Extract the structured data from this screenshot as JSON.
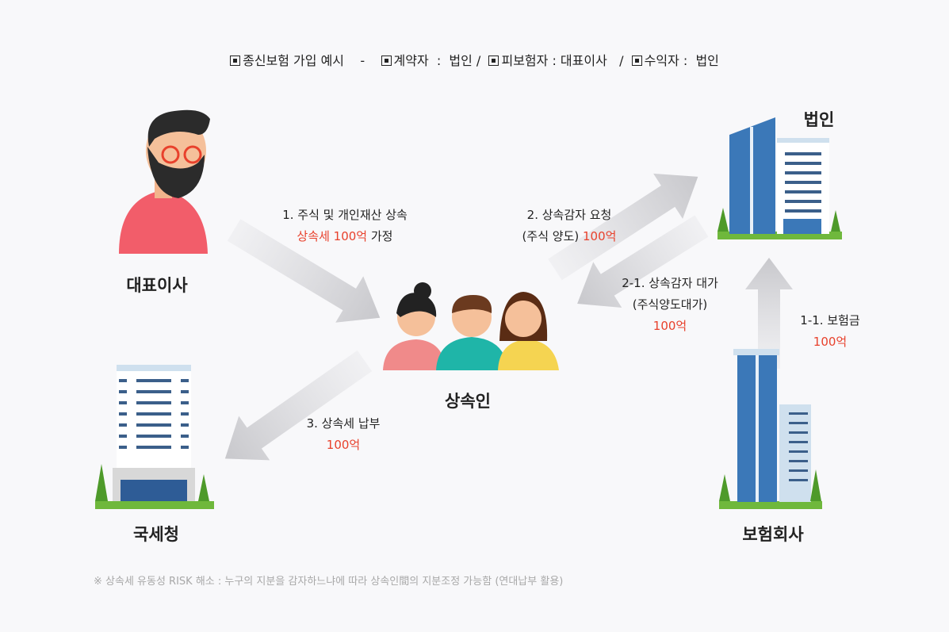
{
  "header": {
    "title": "종신보험 가입 예시",
    "sep1": "-",
    "contractor": "계약자  :  법인 /",
    "insured": "피보험자 : 대표이사",
    "sep2": "/",
    "beneficiary": "수익자 :  법인"
  },
  "nodes": {
    "ceo": "대표이사",
    "corp": "법인",
    "heirs": "상속인",
    "tax": "국세청",
    "insurer": "보험회사"
  },
  "flows": {
    "f1": {
      "line1": "1. 주식  및 개인재산 상속",
      "red": "상속세  100억",
      "rest": " 가정"
    },
    "f2": {
      "line1": "2. 상속감자 요청",
      "pre": "(주식 양도) ",
      "red": "100억"
    },
    "f21": {
      "line1": "2-1. 상속감자 대가",
      "line2": "(주식양도대가)",
      "red": "100억"
    },
    "f11": {
      "line1": "1-1. 보험금",
      "red": "100억"
    },
    "f3": {
      "line1": "3. 상속세 납부",
      "red": "100억"
    }
  },
  "footnote": "※ 상속세 유동성 RISK 해소 :  누구의 지분을 감자하느냐에 따라 상속인間의 지분조정 가능함 (연대납부 활용)",
  "colors": {
    "accent": "#e8412c",
    "arrow": "#d0d0d4",
    "building": "#3b78b8"
  }
}
